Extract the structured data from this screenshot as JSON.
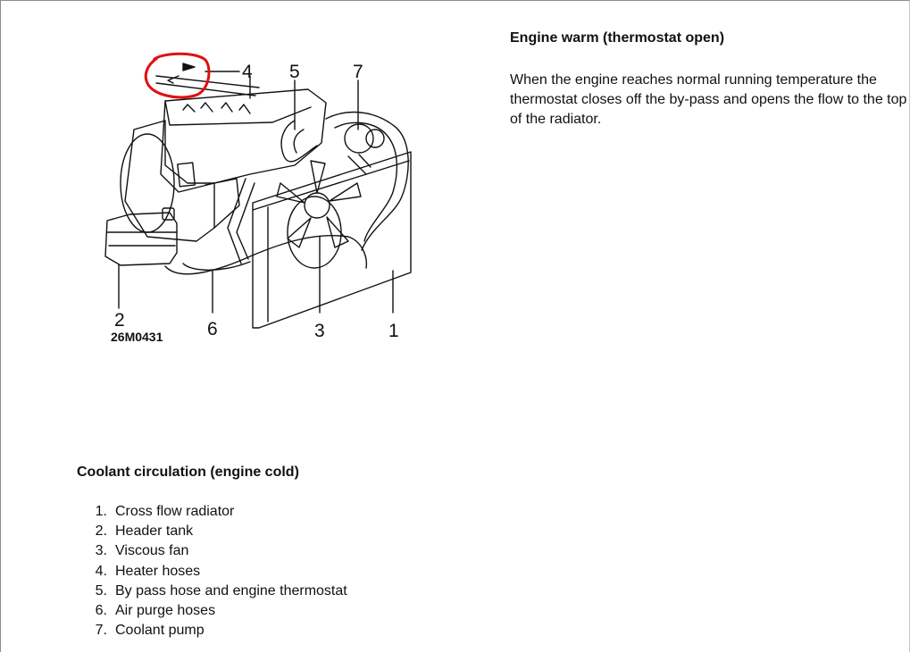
{
  "diagram": {
    "figure_id": "26M0431",
    "callouts": [
      "1",
      "2",
      "3",
      "4",
      "5",
      "6",
      "7"
    ]
  },
  "warm": {
    "cut_text": "— · · · — ·",
    "heading": "Engine warm (thermostat open)",
    "body": "When the engine reaches normal running temperature the thermostat closes off the by-pass and opens the flow to the top of the radiator."
  },
  "cold": {
    "heading": "Coolant circulation (engine cold)",
    "items": [
      {
        "num": "1.",
        "label": "Cross flow radiator"
      },
      {
        "num": "2.",
        "label": "Header tank"
      },
      {
        "num": "3.",
        "label": "Viscous fan"
      },
      {
        "num": "4.",
        "label": "Heater hoses"
      },
      {
        "num": "5.",
        "label": "By pass hose and engine thermostat"
      },
      {
        "num": "6.",
        "label": "Air purge hoses"
      },
      {
        "num": "7.",
        "label": "Coolant pump"
      }
    ]
  },
  "colors": {
    "annotation": "#e01010",
    "line": "#111111"
  }
}
